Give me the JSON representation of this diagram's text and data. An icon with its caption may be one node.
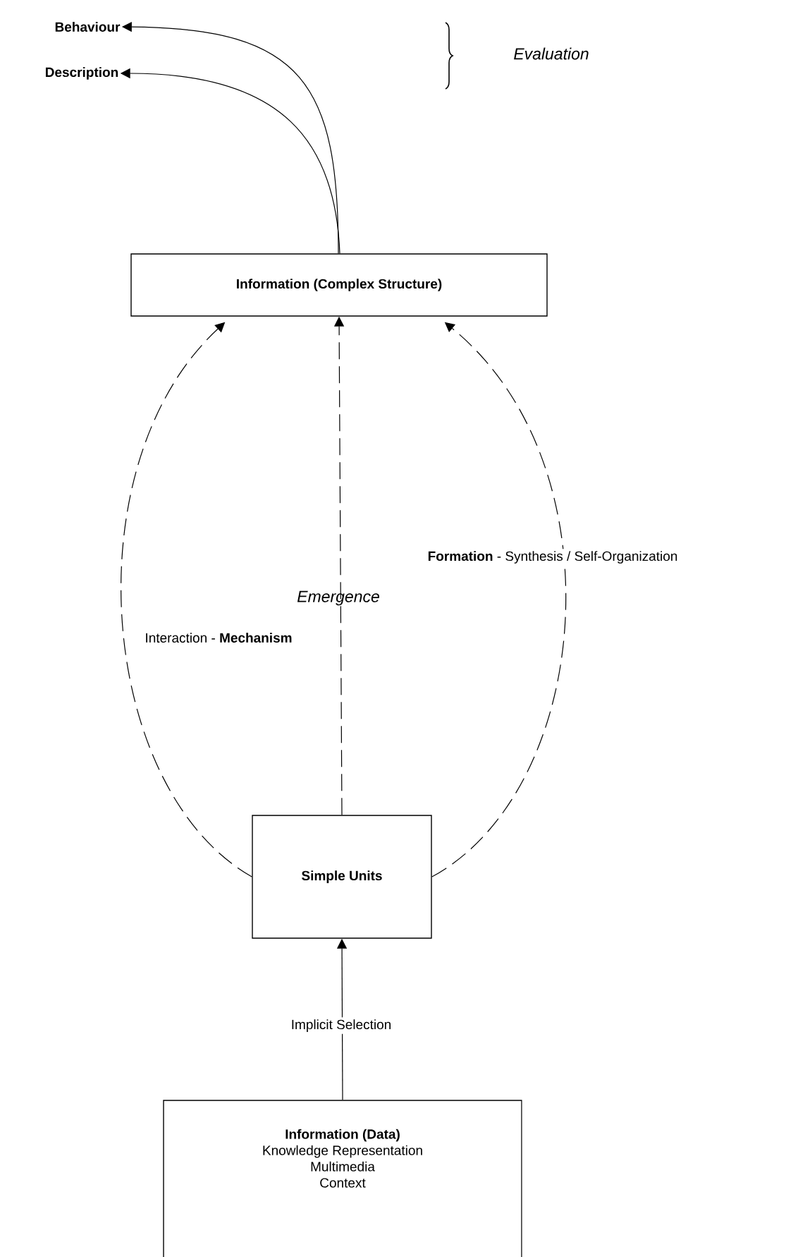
{
  "diagram": {
    "nodes": [
      {
        "text": [
          "Behaviour"
        ]
      },
      {
        "text": [
          "Description"
        ]
      },
      {
        "text": [
          "Information (Complex Structure)"
        ]
      },
      {
        "text": [
          "Simple Units"
        ]
      },
      {
        "text": [
          "Information (Data)",
          "Knowledge Representation",
          "Multimedia",
          "Context"
        ]
      }
    ],
    "edges": [
      {
        "from": 2,
        "to": 0,
        "arrow": "to"
      },
      {
        "from": 2,
        "to": 1,
        "arrow": "to"
      },
      {
        "from": 3,
        "to": 2,
        "arrow": "to",
        "style": "dashed",
        "label": "Interaction - **Mechanism**"
      },
      {
        "from": 3,
        "to": 2,
        "arrow": "to",
        "style": "dashed"
      },
      {
        "from": 3,
        "to": 2,
        "arrow": "to",
        "style": "dashed",
        "label": "**Formation** - Synthesis / Self-Organization"
      },
      {
        "from": 4,
        "to": 3,
        "arrow": "to",
        "label": "Implicit Selection"
      }
    ],
    "labels": [
      "Evaluation",
      "Emergence"
    ]
  }
}
